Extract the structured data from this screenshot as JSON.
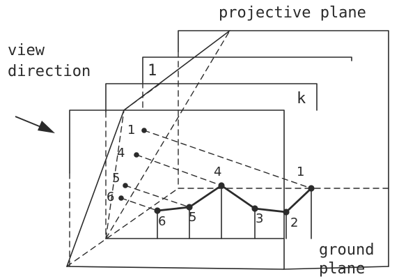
{
  "labels": {
    "projective_plane": "projective plane",
    "view": "view",
    "direction": "direction",
    "ground": "ground",
    "plane": "plane",
    "frame_1": "1",
    "frame_k": "k"
  },
  "points": {
    "left_1": "1",
    "left_4": "4",
    "left_5": "5",
    "left_6": "6",
    "profile_4": "4",
    "profile_1": "1",
    "profile_6": "6",
    "profile_5": "5",
    "profile_3": "3",
    "profile_2": "2"
  }
}
